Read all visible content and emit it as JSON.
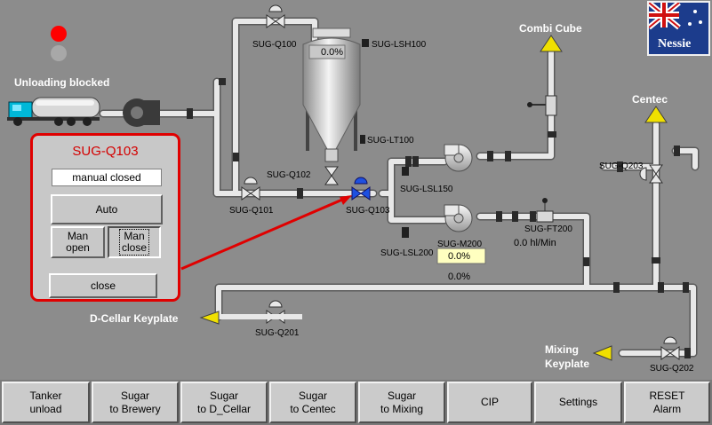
{
  "status": {
    "unloading_blocked": "Unloading blocked"
  },
  "destinations": {
    "combi_cube": "Combi Cube",
    "centec": "Centec",
    "d_cellar": "D-Cellar Keyplate",
    "mixing_line1": "Mixing",
    "mixing_line2": "Keyplate"
  },
  "tags": {
    "q100": "SUG-Q100",
    "lsh100": "SUG-LSH100",
    "lt100": "SUG-LT100",
    "q102": "SUG-Q102",
    "q101": "SUG-Q101",
    "q103": "SUG-Q103",
    "lsl150": "SUG-LSL150",
    "m200": "SUG-M200",
    "lsl200": "SUG-LSL200",
    "ft200": "SUG-FT200",
    "q203": "SUG-Q203",
    "q201": "SUG-Q201",
    "q202": "SUG-Q202"
  },
  "values": {
    "silo_level": "0.0%",
    "m200_speed_box": "0.0%",
    "m200_speed": "0.0%",
    "ft200_flow": "0.0 hl/Min"
  },
  "logo": {
    "text": "Nessie"
  },
  "popup": {
    "title": "SUG-Q103",
    "state": "manual closed",
    "auto": "Auto",
    "man_open": "Man\nopen",
    "man_close": "Man\nclose",
    "close": "close"
  },
  "nav": [
    {
      "label": "Tanker\nunload"
    },
    {
      "label": "Sugar\nto Brewery"
    },
    {
      "label": "Sugar\nto D_Cellar"
    },
    {
      "label": "Sugar\nto Centec"
    },
    {
      "label": "Sugar\nto Mixing"
    },
    {
      "label": "CIP"
    },
    {
      "label": "Settings"
    },
    {
      "label": "RESET\nAlarm"
    }
  ],
  "colors": {
    "background": "#8c8c8c",
    "pipe": "#e6e6e6",
    "alarm_red": "#e00000",
    "arrow_yellow": "#f0e000",
    "valve_active": "#1e50e0",
    "value_box": "#ffffc0"
  }
}
